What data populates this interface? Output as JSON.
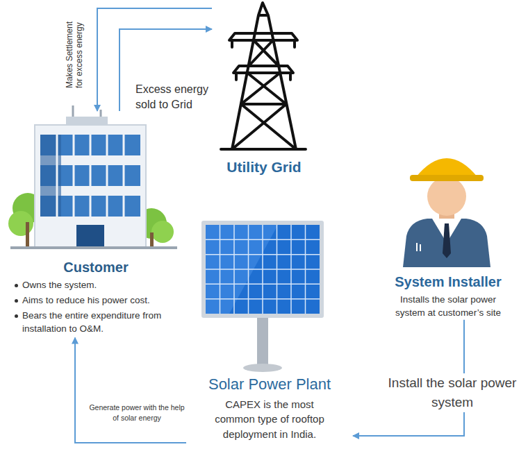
{
  "diagram": {
    "nodes": [
      {
        "text": [
          "Utility Grid"
        ]
      },
      {
        "text": [
          "Customer",
          "Owns the system.",
          "Aims to reduce his power cost.",
          "Bears the entire expenditure from installation to O&M."
        ]
      },
      {
        "text": [
          "System Installer",
          "Installs the solar power system at customer’s site"
        ]
      },
      {
        "text": [
          "Solar Power Plant",
          "CAPEX is the most common type of rooftop deployment in India."
        ]
      }
    ],
    "edges": [
      {
        "from": 0,
        "to": 1,
        "label": "Makes Settlement for excess energy",
        "arrow": "to"
      },
      {
        "from": 1,
        "to": 0,
        "label": "Excess energy sold to Grid",
        "arrow": "to"
      },
      {
        "from": 2,
        "to": 3,
        "label": "Install the solar power system",
        "arrow": "to"
      },
      {
        "from": 3,
        "to": 1,
        "label": "Generate power with the help of solar energy",
        "arrow": "to"
      }
    ]
  }
}
